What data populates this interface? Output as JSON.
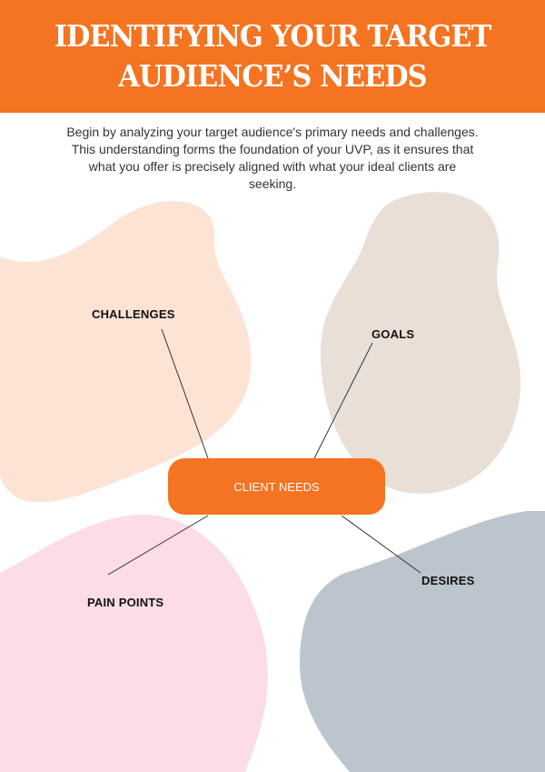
{
  "header": {
    "title": "IDENTIFYING YOUR TARGET AUDIENCE’S NEEDS"
  },
  "intro": "Begin by analyzing your target audience's primary needs and challenges. This understanding forms the foundation of your UVP, as it ensures that what you offer is precisely aligned with what your ideal clients are seeking.",
  "diagram": {
    "center": "CLIENT NEEDS",
    "nodes": {
      "challenges": "CHALLENGES",
      "goals": "GOALS",
      "pain_points": "PAIN POINTS",
      "desires": "DESIRES"
    }
  },
  "colors": {
    "accent": "#F47421",
    "peach": "#FDE3D4",
    "beige": "#E9DFD7",
    "pink": "#FBDCE7",
    "slate": "#BCC5CD"
  }
}
